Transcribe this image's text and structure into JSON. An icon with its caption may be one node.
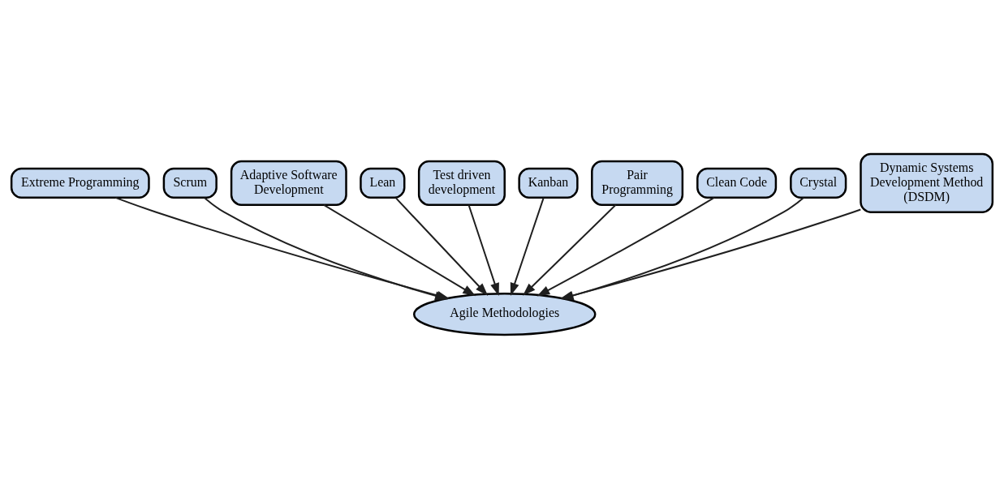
{
  "diagram": {
    "nodes": [
      {
        "text": [
          "Extreme Programming"
        ]
      },
      {
        "text": [
          "Scrum"
        ]
      },
      {
        "text": [
          "Adaptive Software Development"
        ]
      },
      {
        "text": [
          "Lean"
        ]
      },
      {
        "text": [
          "Test driven development"
        ]
      },
      {
        "text": [
          "Kanban"
        ]
      },
      {
        "text": [
          "Pair Programming"
        ]
      },
      {
        "text": [
          "Clean Code"
        ]
      },
      {
        "text": [
          "Crystal"
        ]
      },
      {
        "text": [
          "Dynamic Systems Development Method (DSDM)"
        ]
      },
      {
        "text": [
          "Agile Methodologies"
        ]
      }
    ],
    "edges": [
      {
        "from": 0,
        "to": 10,
        "arrow": "to"
      },
      {
        "from": 1,
        "to": 10,
        "arrow": "to"
      },
      {
        "from": 2,
        "to": 10,
        "arrow": "to"
      },
      {
        "from": 3,
        "to": 10,
        "arrow": "to"
      },
      {
        "from": 4,
        "to": 10,
        "arrow": "to"
      },
      {
        "from": 5,
        "to": 10,
        "arrow": "to"
      },
      {
        "from": 6,
        "to": 10,
        "arrow": "to"
      },
      {
        "from": 7,
        "to": 10,
        "arrow": "to"
      },
      {
        "from": 8,
        "to": 10,
        "arrow": "to"
      },
      {
        "from": 9,
        "to": 10,
        "arrow": "to"
      }
    ]
  }
}
